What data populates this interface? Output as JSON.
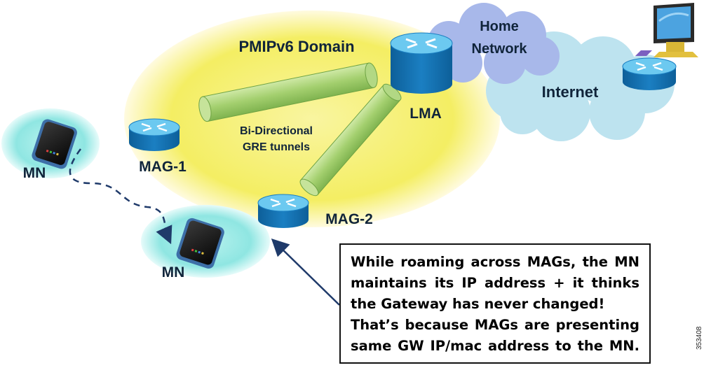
{
  "diagram": {
    "domain_label": "PMIPv6 Domain",
    "home_network_label": [
      "Home",
      "Network"
    ],
    "internet_label": "Internet",
    "lma_label": "LMA",
    "mag1_label": "MAG-1",
    "mag2_label": "MAG-2",
    "mn1_label": "MN",
    "mn2_label": "MN",
    "tunnels_label": [
      "Bi-Directional",
      "GRE tunnels"
    ]
  },
  "callout": {
    "lines": [
      "While roaming across MAGs, the MN",
      "maintains its IP address + it thinks",
      "the Gateway has never changed!",
      "That’s because MAGs are presenting",
      "same GW IP/mac address to the MN."
    ]
  },
  "figure_id": "353408",
  "colors": {
    "domain_fill": "#f6f27a",
    "router_body": "#1577b9",
    "router_top": "#5ec3ef",
    "tunnel": "#a8d27a",
    "cloud_home": "#a9b9e8",
    "cloud_internet": "#b9e2ef",
    "mn_halo": "#7fe0e0",
    "label_text": "#1f3a5a"
  }
}
